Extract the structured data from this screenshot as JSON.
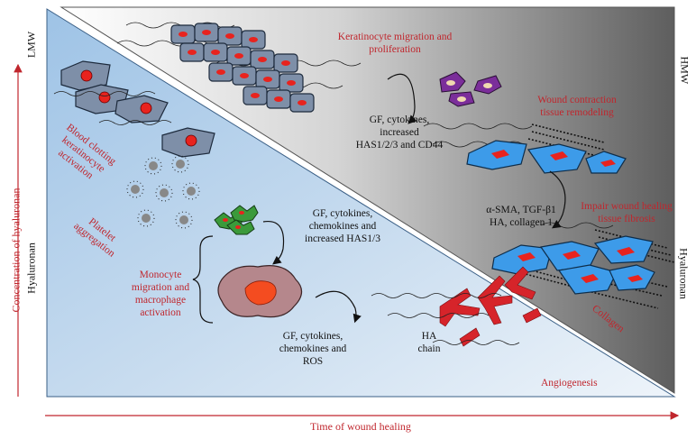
{
  "axes": {
    "y_label": "Concentration of hyaluronan",
    "x_label": "Time of wound healing",
    "left_top": "LMW",
    "left_bottom": "Hyaluronan",
    "right_top": "HMW",
    "right_bottom": "Hyaluronan"
  },
  "labels": {
    "keratinocyte_migration_1": "Keratinocyte migration and",
    "keratinocyte_migration_2": "proliferation",
    "wound_contraction_1": "Wound contraction",
    "wound_contraction_2": "tissue remodeling",
    "impair_1": "Impair wound healing",
    "impair_2": "tissue fibrosis",
    "collagen": "Collagen",
    "blood_clotting_1": "Blood clotting",
    "blood_clotting_2": "keratinocyte",
    "blood_clotting_3": "activation",
    "platelet_1": "Platelet",
    "platelet_2": "aggregation",
    "monocyte_1": "Monocyte",
    "monocyte_2": "migration and",
    "monocyte_3": "macrophage",
    "monocyte_4": "activation",
    "angiogenesis": "Angiogenesis",
    "gf_hmw_1": "GF, cytokines,",
    "gf_hmw_2": "increased",
    "gf_hmw_3": "HAS1/2/3 and CD44",
    "sma_1": "α-SMA, TGF-β1",
    "sma_2": "HA, collagen 1",
    "gf_mono_1": "GF, cytokines,",
    "gf_mono_2": "chemokines and",
    "gf_mono_3": "increased HAS1/3",
    "gf_ros_1": "GF, cytokines,",
    "gf_ros_2": "chemokines and",
    "gf_ros_3": "ROS",
    "ha_chain_1": "HA",
    "ha_chain_2": "chain"
  },
  "colors": {
    "red_text": "#c0262d",
    "blue_panel": "#a9c9e6",
    "gray_panel": "#6b6b6b",
    "cell_blue": "#3d9be9",
    "cell_gray": "#7e8fa8",
    "cell_green": "#3b9a3b",
    "cell_purple": "#7b2e9a",
    "nucleus_red": "#e8231e",
    "macrophage": "#b5878c"
  }
}
